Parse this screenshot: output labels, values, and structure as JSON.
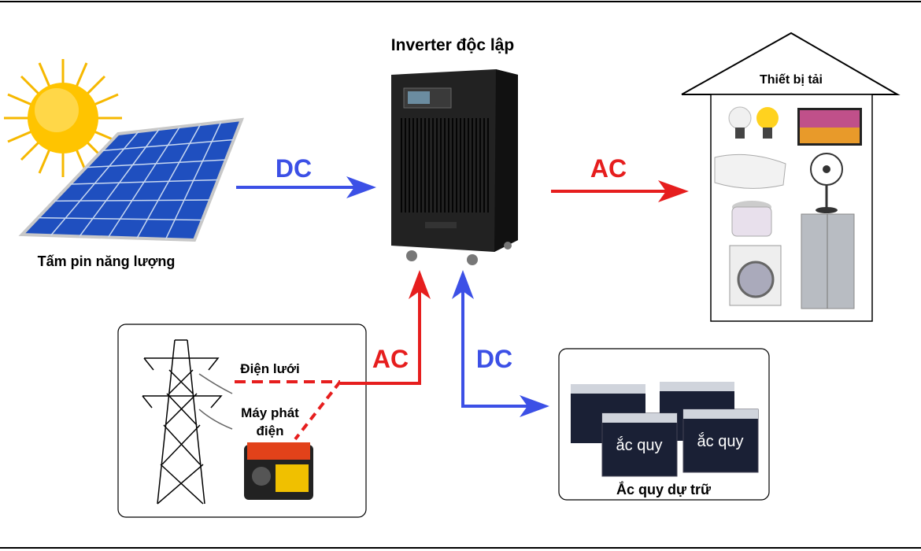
{
  "title": "Inverter độc lập",
  "solar_label": "Tấm pin năng lượng",
  "loads_label": "Thiết bị tải",
  "grid_label": "Điện lưới",
  "generator_label": "Máy phát điện",
  "generator_label_line1": "Máy phát",
  "generator_label_line2": "điện",
  "battery_label": "Ắc quy dự trữ",
  "battery_text": "ắc quy",
  "arrows": {
    "solar_to_inverter": "DC",
    "inverter_to_loads": "AC",
    "grid_to_inverter": "AC",
    "battery_link": "DC"
  },
  "colors": {
    "dc": "#3c50e6",
    "ac": "#e61e1e",
    "inverter": "#1c1c1c",
    "panel": "#1f4fbf"
  }
}
